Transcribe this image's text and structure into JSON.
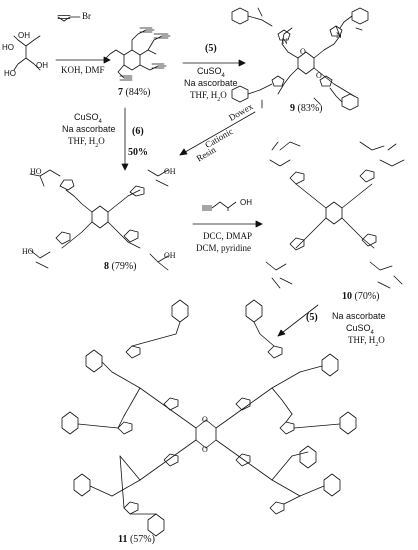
{
  "starting_material": {
    "labels": [
      "OH",
      "HO",
      "OH",
      "HO"
    ]
  },
  "reagent_propargyl_bromide": "Br",
  "step1_conditions": "KOH, DMF",
  "compound7": {
    "id": "7",
    "yield": "(84%)"
  },
  "step_to_9": {
    "reagent_ref": "(5)",
    "line1": "CuSO",
    "line1_sub": "4",
    "line2": "Na ascorbate",
    "line3": "THF, H",
    "line3_sub": "2",
    "line3_tail": "O"
  },
  "compound9": {
    "id": "9",
    "yield": "(83%)"
  },
  "step_to_8": {
    "line1": "CuSO",
    "line1_sub": "4",
    "line2": "Na ascorbate",
    "line3": "THF, H",
    "line3_sub": "2",
    "line3_tail": "O",
    "reagent_ref": "(6)",
    "yield": "50%"
  },
  "step_9_to_8": {
    "line1": "Dowex",
    "line2": "Cationic",
    "line3": "Resin"
  },
  "compound8": {
    "id": "8",
    "yield": "(79%)"
  },
  "step_to_10": {
    "reagent_atom": "OH",
    "line1": "DCC, DMAP",
    "line2": "DCM, pyridine"
  },
  "compound10": {
    "id": "10",
    "yield": "(70%)"
  },
  "step_to_11": {
    "reagent_ref": "(5)",
    "line1": "Na ascorbate",
    "line2": "CuSO",
    "line2_sub": "4",
    "line3": "THF, H",
    "line3_sub": "2",
    "line3_tail": "O"
  },
  "compound11": {
    "id": "11",
    "yield": "(57%)"
  },
  "atom_labels": {
    "oxygen": "O",
    "nitrogen": "N",
    "hydroxyl": "OH",
    "hydroxyl_rev": "HO"
  }
}
